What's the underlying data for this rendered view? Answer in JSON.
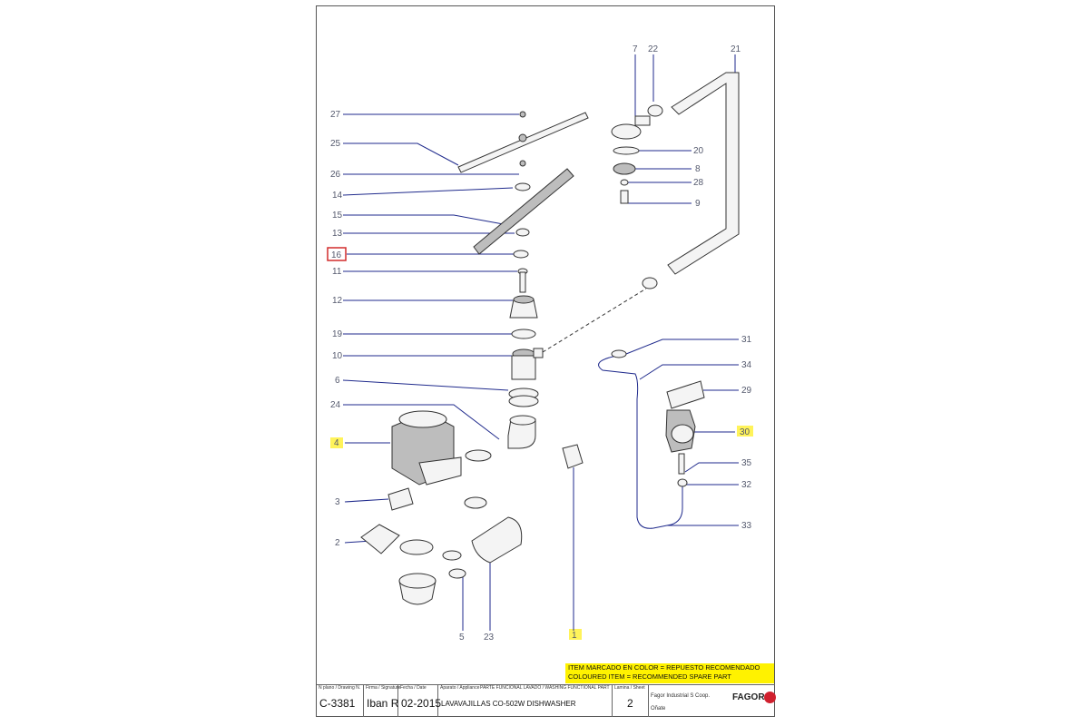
{
  "labels": {
    "l27": "27",
    "l25": "25",
    "l26": "26",
    "l14": "14",
    "l15": "15",
    "l13": "13",
    "l16": "16",
    "l11": "11",
    "l12": "12",
    "l19": "19",
    "l10": "10",
    "l6": "6",
    "l24": "24",
    "l4": "4",
    "l3": "3",
    "l2": "2",
    "l5": "5",
    "l23": "23",
    "l1": "1",
    "l7": "7",
    "l22": "22",
    "l21": "21",
    "l20": "20",
    "l8": "8",
    "l28": "28",
    "l9": "9",
    "l31": "31",
    "l34": "34",
    "l29": "29",
    "l30": "30",
    "l35": "35",
    "l32": "32",
    "l33": "33"
  },
  "legend": {
    "line1": "ITEM MARCADO EN COLOR = REPUESTO RECOMENDADO",
    "line2": "COLOURED  ITEM = RECOMMENDED SPARE PART"
  },
  "title_block": {
    "drawing_no_caption": "N plano / Drawing N.",
    "drawing_no": "C-3381",
    "signature_caption": "Firma / Signature",
    "signature": "Iban R",
    "date_caption": "Fecha / Date",
    "date": "02-2015",
    "appliance_caption": "Aparato / Appliance",
    "functional_part_caption": "PARTE FUNCIONAL LAVADO / WASHING FUNCTIONAL PART",
    "appliance": "LAVAVAJILLAS CO-502W DISHWASHER",
    "sheet_caption": "Lamina / Sheet",
    "sheet": "2",
    "company": "Fagor Industrial S Coop.",
    "company_place": "Oñate",
    "brand": "FAGOR"
  },
  "colors": {
    "leader": "#1f2a8c",
    "highlight": "#fff200",
    "selection_box": "#d22b2b",
    "brand_red": "#d0202e"
  }
}
